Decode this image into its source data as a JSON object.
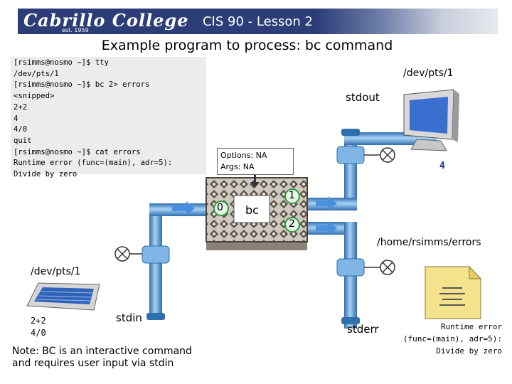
{
  "header": {
    "logo": "Cabrillo College",
    "est": "est. 1959",
    "title": "CIS 90 - Lesson 2"
  },
  "subtitle": "Example program to process: bc command",
  "terminal": {
    "lines": [
      "[rsimms@nosmo ~]$ tty",
      "/dev/pts/1",
      "[rsimms@nosmo ~]$ bc 2> errors",
      "<snipped>",
      "2+2",
      "4",
      "4/0",
      "quit",
      "[rsimms@nosmo ~]$ cat errors",
      "Runtime error (func=(main), adr=5):",
      "Divide by zero"
    ]
  },
  "process": {
    "options": "Options: NA",
    "args": "Args: NA",
    "name": "bc",
    "fd_in": "0",
    "fd_out": "1",
    "fd_err": "2"
  },
  "labels": {
    "stdout_dev": "/dev/pts/1",
    "stdout": "stdout",
    "output_value": "4",
    "stderr_file": "/home/rsimms/errors",
    "stdin_dev": "/dev/pts/1",
    "stdin": "stdin",
    "stderr": "stderr",
    "input1": "2+2",
    "input2": "4/0"
  },
  "note": {
    "line1": "Note:  BC is an interactive command",
    "line2": "and requires user input via stdin"
  },
  "errors_file": {
    "line1": "Runtime error",
    "line2": "(func=(main), adr=5):",
    "line3": "Divide by zero"
  },
  "colors": {
    "banner": "#2c3d78",
    "pipe": "#5da0dc",
    "pipe_dark": "#2f6fae",
    "arrow": "#4a8fe0",
    "fd_border": "#2e9b3a",
    "fd_fill": "#e6f5e6"
  },
  "icons": [
    "monitor-icon",
    "keyboard-icon",
    "document-icon",
    "valve-icon",
    "bc-box-icon"
  ]
}
